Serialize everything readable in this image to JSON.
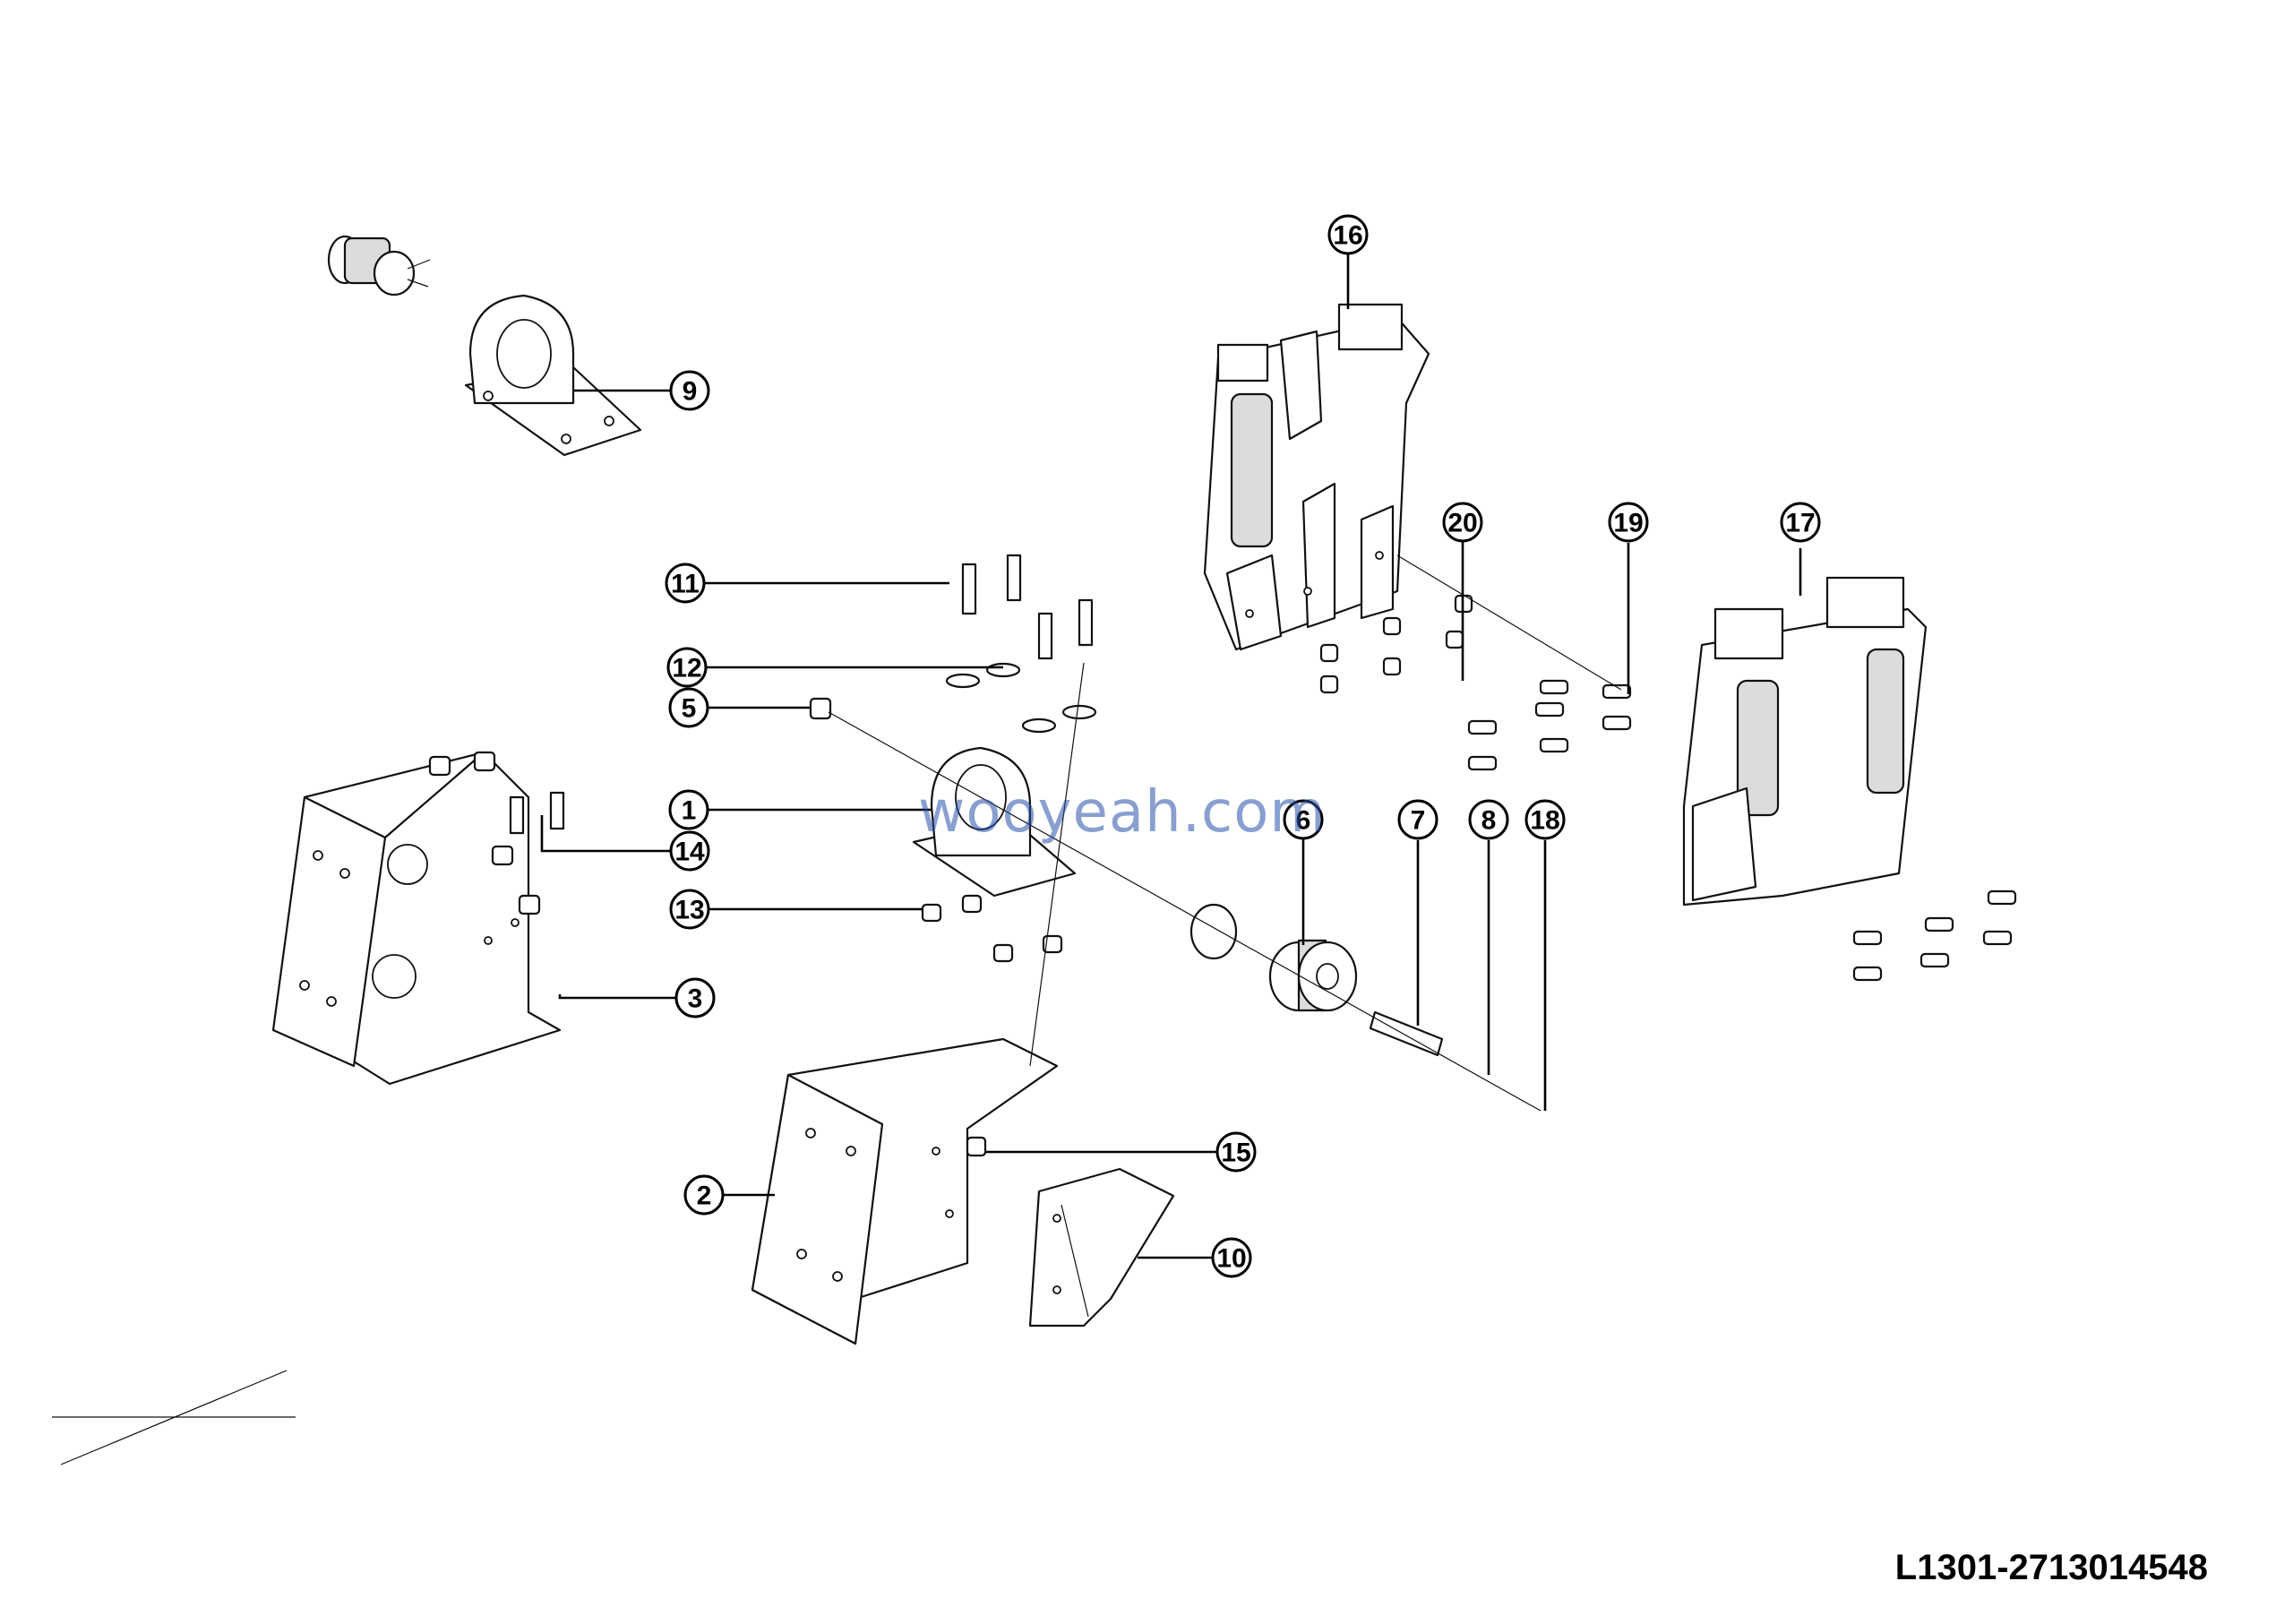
{
  "drawing": {
    "number": "L1301-2713014548",
    "watermark": "wooyeah.com"
  },
  "callouts": [
    "1",
    "2",
    "3",
    "5",
    "6",
    "7",
    "8",
    "9",
    "10",
    "11",
    "12",
    "13",
    "14",
    "15",
    "16",
    "17",
    "18",
    "19",
    "20"
  ]
}
